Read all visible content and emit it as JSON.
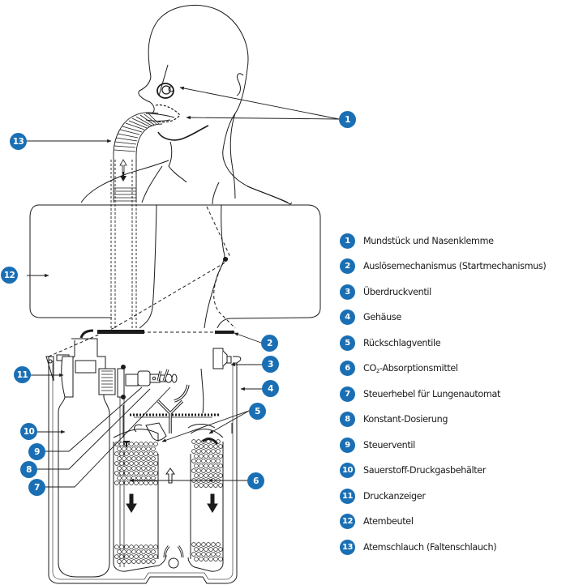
{
  "figure": {
    "title": "Sauerstoff-Selbstretter (Kreislaufgerät) – Schnittdarstellung",
    "accent_color": "#1a6fb4",
    "line_color": "#1b1b1b"
  },
  "legend": [
    {
      "number": "1",
      "label": "Mundstück und Nasenklemme"
    },
    {
      "number": "2",
      "label": "Auslösemechanismus (Startmechanismus)"
    },
    {
      "number": "3",
      "label": "Überdruckventil"
    },
    {
      "number": "4",
      "label": "Gehäuse"
    },
    {
      "number": "5",
      "label": "Rückschlagventile"
    },
    {
      "number": "6",
      "label_prefix": "CO",
      "label_sub": "2",
      "label_suffix": "-Absorptionsmittel"
    },
    {
      "number": "7",
      "label": "Steuerhebel für Lungenautomat"
    },
    {
      "number": "8",
      "label": "Konstant-Dosierung"
    },
    {
      "number": "9",
      "label": "Steuerventil"
    },
    {
      "number": "10",
      "label": "Sauerstoff-Druckgasbehälter"
    },
    {
      "number": "11",
      "label": "Druckanzeiger"
    },
    {
      "number": "12",
      "label": "Atembeutel"
    },
    {
      "number": "13",
      "label": "Atemschlauch (Faltenschlauch)"
    }
  ],
  "callouts": {
    "c1": "1",
    "c2": "2",
    "c3": "3",
    "c4": "4",
    "c5": "5",
    "c6": "6",
    "c7": "7",
    "c8": "8",
    "c9": "9",
    "c10": "10",
    "c11": "11",
    "c12": "12",
    "c13": "13"
  }
}
